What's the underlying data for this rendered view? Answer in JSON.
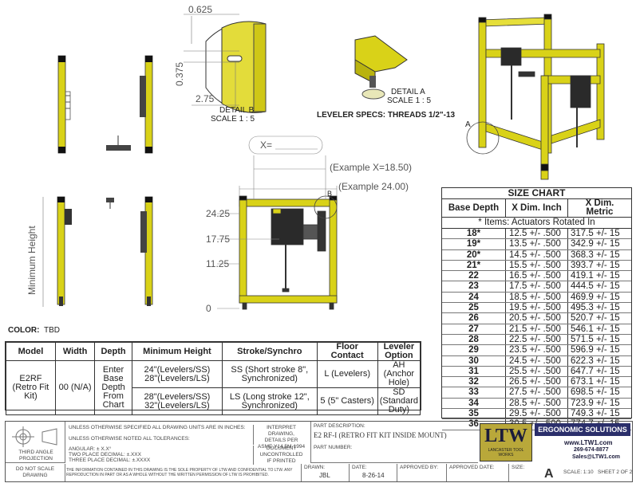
{
  "detail_b": {
    "dim_top": "0.625",
    "dim_side": "0.375",
    "dim_len": "2.75",
    "title": "DETAIL B",
    "scale": "SCALE 1 : 5"
  },
  "detail_a": {
    "title": "DETAIL A",
    "scale": "SCALE 1 : 5"
  },
  "leveler_specs": "LEVELER SPECS: THREADS 1/2\"-13",
  "front_view": {
    "x_label": "X=",
    "example_x": "(Example X=18.50)",
    "example_width": "(Example 24.00)",
    "heights": [
      "24.25",
      "17.75",
      "11.25",
      "0"
    ],
    "callout_b": "B"
  },
  "iso_callout_a": "A",
  "side_view_label": "Minimum Height",
  "color_label": "COLOR:",
  "color_value": "TBD",
  "options_table": {
    "headers": [
      "Model",
      "Width",
      "Depth",
      "Minimum Height",
      "Stroke/Synchro",
      "Floor Contact",
      "Leveler Option"
    ],
    "model": "E2RF\n(Retro Fit\nKit)",
    "width": "00 (N/A)",
    "depth": "Enter\nBase\nDepth\nFrom\nChart",
    "min_height_1": "24\"(Levelers/SS)\n28\"(Levelers/LS)",
    "min_height_2": "28\"(Levelers/SS)\n32\"(Levelers/LS)",
    "stroke_1": "SS (Short stroke 8\",\nSynchronized)",
    "stroke_2": "LS (Long stroke 12\",\nSynchronized)",
    "floor_1": "L (Levelers)",
    "floor_2": "5 (5\" Casters)",
    "leveler_1": "AH (Anchor\nHole)",
    "leveler_2": "SD (Standard\nDuty)"
  },
  "size_chart": {
    "title": "SIZE CHART",
    "headers": [
      "Base Depth",
      "X Dim. Inch",
      "X Dim.\nMetric"
    ],
    "note": "* Items: Actuators Rotated In",
    "rows": [
      [
        "18*",
        "12.5  +/- .500",
        "317.5  +/- 15"
      ],
      [
        "19*",
        "13.5  +/- .500",
        "342.9  +/- 15"
      ],
      [
        "20*",
        "14.5  +/- .500",
        "368.3  +/- 15"
      ],
      [
        "21*",
        "15.5  +/- .500",
        "393.7  +/- 15"
      ],
      [
        "22",
        "16.5  +/- .500",
        "419.1  +/- 15"
      ],
      [
        "23",
        "17.5  +/- .500",
        "444.5  +/- 15"
      ],
      [
        "24",
        "18.5  +/- .500",
        "469.9  +/- 15"
      ],
      [
        "25",
        "19.5  +/- .500",
        "495.3  +/- 15"
      ],
      [
        "26",
        "20.5  +/- .500",
        "520.7  +/- 15"
      ],
      [
        "27",
        "21.5  +/- .500",
        "546.1  +/- 15"
      ],
      [
        "28",
        "22.5  +/- .500",
        "571.5  +/- 15"
      ],
      [
        "29",
        "23.5  +/- .500",
        "596.9  +/- 15"
      ],
      [
        "30",
        "24.5  +/- .500",
        "622.3  +/- 15"
      ],
      [
        "31",
        "25.5  +/- .500",
        "647.7  +/- 15"
      ],
      [
        "32",
        "26.5  +/- .500",
        "673.1  +/- 15"
      ],
      [
        "33",
        "27.5  +/- .500",
        "698.5  +/- 15"
      ],
      [
        "34",
        "28.5  +/- .500",
        "723.9  +/- 15"
      ],
      [
        "35",
        "29.5  +/- .500",
        "749.3  +/- 15"
      ],
      [
        "36",
        "30.5  +/- .500",
        "774.7  +/- 15"
      ]
    ]
  },
  "title_block": {
    "projection": "THIRD ANGLE\nPROJECTION",
    "no_scale": "DO NOT SCALE\nDRAWING",
    "units_note": "UNLESS OTHERWISE SPECIFIED ALL DRAWING UNITS ARE IN INCHES:",
    "tolerance_note": "UNLESS OTHERWISE NOTED ALL TOLERANCES:",
    "angular": "ANGULAR: ± X.X°",
    "two_place": "TWO PLACE DECIMAL: ±.XXX",
    "three_place": "THREE PLACE DECIMAL: ±.XXXX",
    "interpret": "INTERPRET DRAWING,\nDETAILS PER\nASME Y14.5M-1994",
    "uncontrolled": "DOCUMENT\nUNCONTROLLED\nIF PRINTED",
    "part_desc_label": "PART DESCRIPTION:",
    "part_desc": "E2 RF-I (RETRO FIT KIT INSIDE MOUNT)",
    "part_number_label": "PART NUMBER:",
    "confidential": "THE INFORMATION CONTAINED IN THIS DRAWING IS THE SOLE PROPERTY OF LTW AND CONFIDENTIAL TO LTW. ANY REPRODUCTION IN PART OR AS A WHOLE WITHOUT THE WRITTEN PERMISSION OF LTW IS PROHIBITED.",
    "drawn_label": "DRAWN:",
    "drawn": "JBL",
    "date_label": "DATE:",
    "date": "8-26-14",
    "approved_by_label": "APPROVED BY:",
    "approved_date_label": "APPROVED DATE:",
    "size_label": "SIZE:",
    "size": "A",
    "scale": "SCALE: 1:10",
    "sheet": "SHEET 2 OF 2",
    "ltw_logo": "LTW",
    "ltw_sub": "LANCASTER TOOL WORKS",
    "ergo": "ERGONOMIC SOLUTIONS",
    "web": "www.LTW1.com",
    "phone": "269-674-8877",
    "email": "Sales@LTW1.com"
  },
  "colors": {
    "frame_yellow": "#d9d218",
    "frame_dark": "#7a7400",
    "actuator_dark": "#2a2a2a"
  }
}
